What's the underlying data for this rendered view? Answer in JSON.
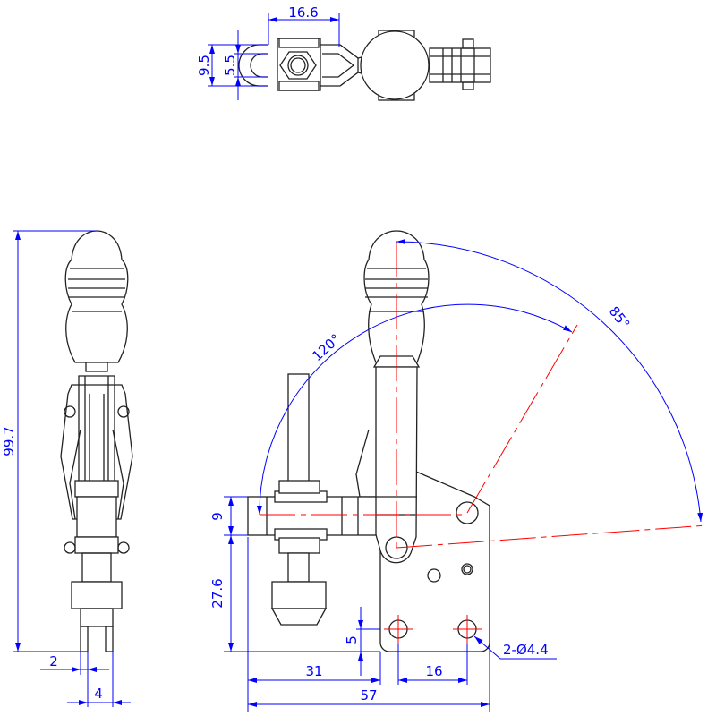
{
  "title": "Vertical toggle clamp technical drawing",
  "colors": {
    "outline": "#222222",
    "dimension": "#0000ff",
    "centerline": "#ff0000"
  },
  "top_view": {
    "width_dim": "16.6",
    "outer_height_dim": "9.5",
    "slot_dim": "5.5"
  },
  "side_view": {
    "height_dim": "99.7",
    "pin_dim": "2",
    "leg_dim": "4"
  },
  "front_view": {
    "angle_open": "120°",
    "angle_handle": "85°",
    "bar_height_dim": "9",
    "bar_to_base_dim": "27.6",
    "hole_offset_dim": "5",
    "bar_length_dim": "31",
    "hole_spacing_dim": "16",
    "overall_length_dim": "57",
    "hole_callout": "2-Ø4.4"
  }
}
